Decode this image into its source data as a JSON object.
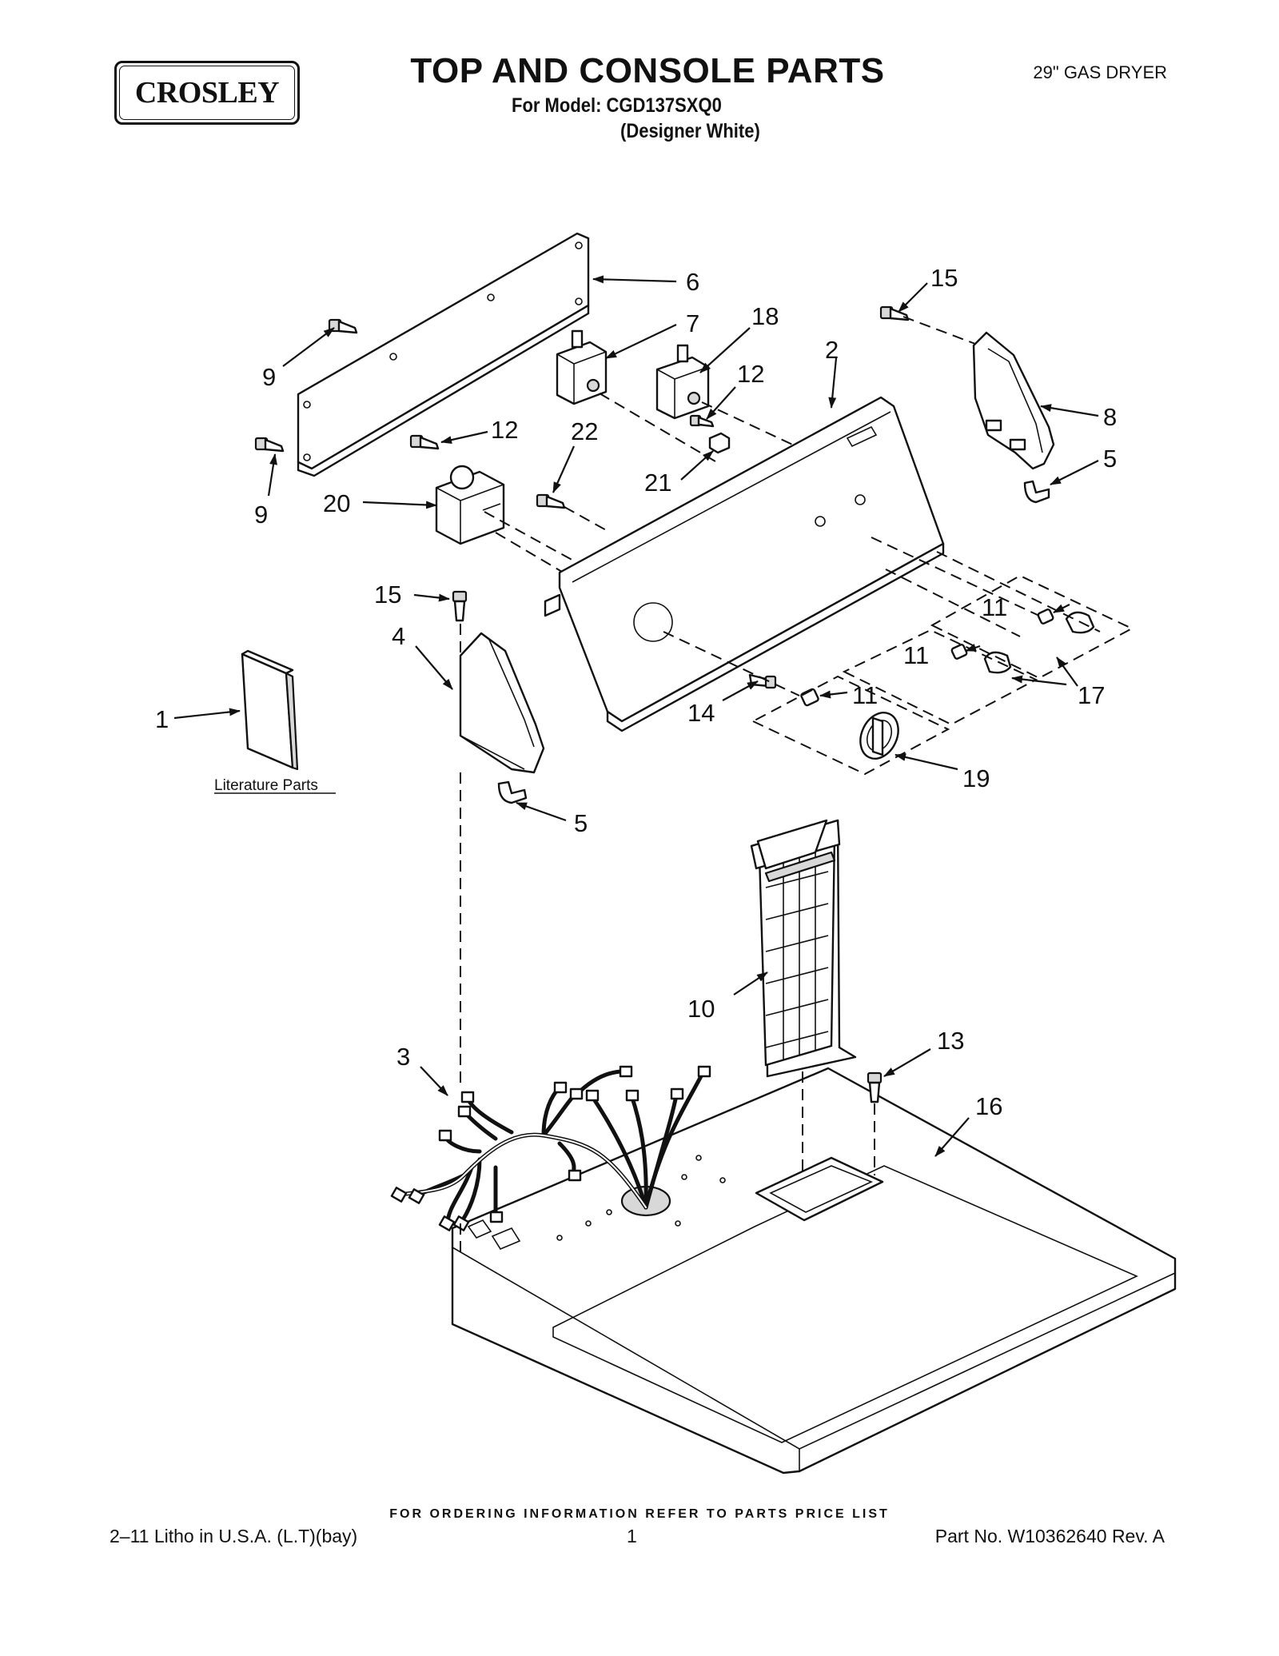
{
  "header": {
    "brand": "CROSLEY",
    "title": "TOP AND CONSOLE PARTS",
    "model_line": "For Model: CGD137SXQ0",
    "color_line": "(Designer White)",
    "product": "29\" GAS DRYER"
  },
  "diagram": {
    "callouts": {
      "c1": "1",
      "c2": "2",
      "c3": "3",
      "c4": "4",
      "c5a": "5",
      "c5b": "5",
      "c6": "6",
      "c7": "7",
      "c8": "8",
      "c9a": "9",
      "c9b": "9",
      "c10": "10",
      "c11a": "11",
      "c11b": "11",
      "c11c": "11",
      "c12a": "12",
      "c12b": "12",
      "c13": "13",
      "c14": "14",
      "c15a": "15",
      "c15b": "15",
      "c16": "16",
      "c17": "17",
      "c18": "18",
      "c19": "19",
      "c20": "20",
      "c21": "21",
      "c22": "22"
    },
    "literature_label": "Literature Parts"
  },
  "footer": {
    "ordering_note": "FOR ORDERING INFORMATION REFER TO PARTS PRICE LIST",
    "litho": "2–11 Litho in U.S.A. (L.T)(bay)",
    "page": "1",
    "part_no": "Part No. W10362640 Rev. A"
  },
  "colors": {
    "ink": "#111111",
    "paper": "#ffffff"
  }
}
